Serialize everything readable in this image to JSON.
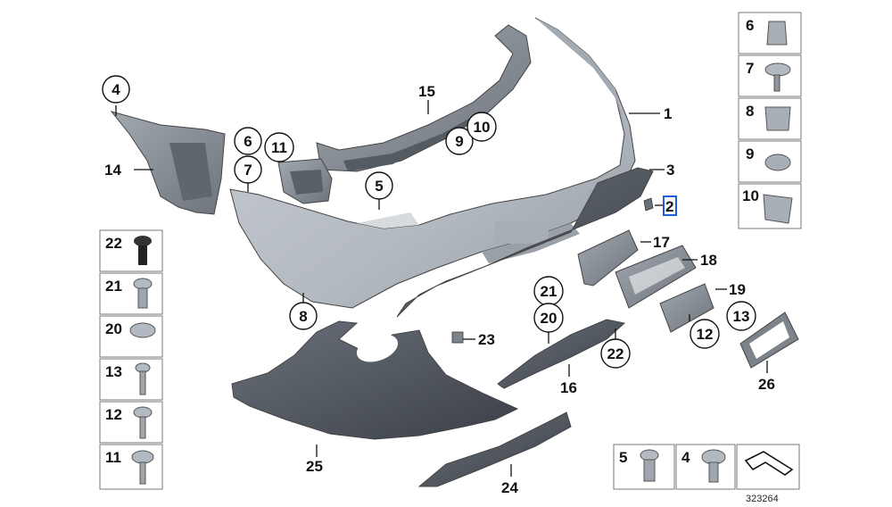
{
  "labels": {
    "c4": "4",
    "c6": "6",
    "c7": "7",
    "c11": "11",
    "c5": "5",
    "c8": "8",
    "c9": "9",
    "c10": "10",
    "c21": "21",
    "c20": "20",
    "c22": "22",
    "c13": "13",
    "c12": "12",
    "p1": "1",
    "p2": "2",
    "p3": "3",
    "p14": "14",
    "p15": "15",
    "p16": "16",
    "p17": "17",
    "p18": "18",
    "p19": "19",
    "p23": "23",
    "p24": "24",
    "p25": "25",
    "p26": "26"
  },
  "right_panel": [
    "6",
    "7",
    "8",
    "9",
    "10"
  ],
  "left_panel": [
    "22",
    "21",
    "20",
    "13",
    "12",
    "11"
  ],
  "bottom_panel": [
    "5",
    "4"
  ],
  "diagram_number": "323264",
  "colors": {
    "bumper": "#b3b9c0",
    "dark_part": "#4a4f57",
    "mid_part": "#7d838b",
    "highlight": "#1f5fd6"
  }
}
